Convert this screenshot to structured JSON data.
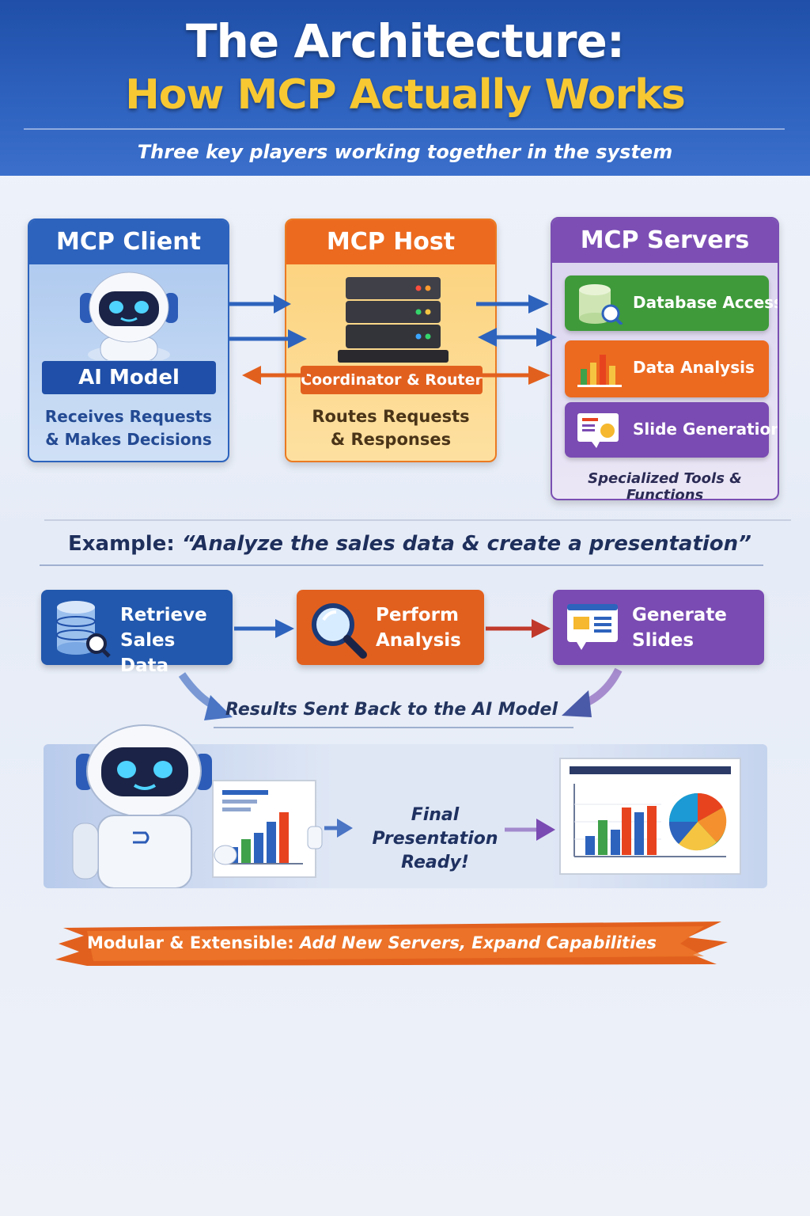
{
  "header": {
    "title_line1": "The Architecture:",
    "title_line2": "How MCP Actually Works",
    "subtitle": "Three key players working together in the system"
  },
  "client": {
    "title": "MCP Client",
    "model_label": "AI Model",
    "desc_line1": "Receives Requests",
    "desc_line2": "& Makes Decisions",
    "icon": "robot-icon"
  },
  "host": {
    "title": "MCP Host",
    "role_label": "Coordinator & Router",
    "desc_line1": "Routes Requests",
    "desc_line2": "& Responses",
    "icon": "server-stack-icon"
  },
  "servers": {
    "title": "MCP Servers",
    "tools": [
      {
        "label": "Database Access",
        "icon": "database-icon",
        "color": "#3f9a3a"
      },
      {
        "label": "Data Analysis",
        "icon": "bar-chart-icon",
        "color": "#ec6a20"
      },
      {
        "label": "Slide Generation",
        "icon": "slide-icon",
        "color": "#7a4bb2"
      }
    ],
    "footer": "Specialized Tools & Functions"
  },
  "example": {
    "prefix": "Example:",
    "quote": "“Analyze the sales data & create a presentation”"
  },
  "steps": [
    {
      "line1": "Retrieve",
      "line2": "Sales Data",
      "icon": "database-search-icon",
      "color": "#2258ad"
    },
    {
      "line1": "Perform",
      "line2": "Analysis",
      "icon": "magnifier-icon",
      "color": "#e2601e"
    },
    {
      "line1": "Generate",
      "line2": "Slides",
      "icon": "slide-icon",
      "color": "#7a4bb2"
    }
  ],
  "results_text": "Results Sent Back to the AI Model",
  "final": {
    "line1": "Final Presentation",
    "line2": "Ready!"
  },
  "banner": {
    "bold": "Modular & Extensible:",
    "rest": " Add New Servers, Expand Capabilities"
  },
  "colors": {
    "blue": "#2d63bd",
    "orange": "#ec6a20",
    "purple": "#7d4fb5",
    "green": "#3f9a3a",
    "gold": "#f7c832"
  }
}
